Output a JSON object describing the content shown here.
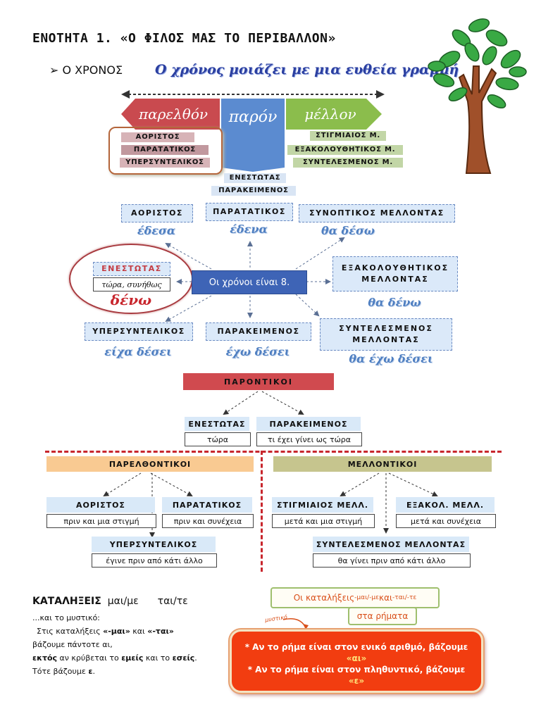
{
  "header": {
    "title": "ΕΝΟΤΗΤΑ 1. «Ο ΦΙΛΟΣ ΜΑΣ ΤΟ ΠΕΡΙΒΑΛΛΟΝ»",
    "bullet": "➢",
    "subtitle": "Ο ΧΡΟΝΟΣ",
    "headline": "Ο χρόνος μοιάζει με μια ευθεία γραμμή"
  },
  "timeline": {
    "past": "παρελθόν",
    "present": "παρόν",
    "future": "μέλλον",
    "past_tenses": [
      "ΑΟΡΙΣΤΟΣ",
      "ΠΑΡΑΤΑΤΙΚΟΣ",
      "ΥΠΕΡΣΥΝΤΕΛΙΚΟΣ"
    ],
    "present_tenses": [
      "ΕΝΕΣΤΩΤΑΣ",
      "ΠΑΡΑΚΕΙΜΕΝΟΣ"
    ],
    "future_tenses": [
      "ΣΤΙΓΜΙΑΙΟΣ Μ.",
      "ΕΞΑΚΟΛΟΥΘΗΤΙΚΟΣ Μ.",
      "ΣΥΝΤΕΛΕΣΜΕΝΟΣ Μ."
    ],
    "colors": {
      "past": "#c94a4f",
      "present": "#5b8bd0",
      "future": "#8bbd4c"
    }
  },
  "diagram": {
    "center": "Οι χρόνοι είναι 8.",
    "present_label": "ΕΝΕΣΤΩΤΑΣ",
    "present_hint": "τώρα, συνήθως",
    "present_example": "δένω",
    "nodes": [
      {
        "name": "ΑΟΡΙΣΤΟΣ",
        "example": "έδεσα"
      },
      {
        "name": "ΠΑΡΑΤΑΤΙΚΟΣ",
        "example": "έδενα"
      },
      {
        "name": "ΣΥΝΟΠΤΙΚΟΣ ΜΕΛΛΟΝΤΑΣ",
        "example": "θα δέσω"
      },
      {
        "name": "ΕΞΑΚΟΛΟΥΘΗΤΙΚΟΣ ΜΕΛΛΟΝΤΑΣ",
        "example": "θα δένω"
      },
      {
        "name": "ΥΠΕΡΣΥΝΤΕΛΙΚΟΣ",
        "example": "είχα δέσει"
      },
      {
        "name": "ΠΑΡΑΚΕΙΜΕΝΟΣ",
        "example": "έχω δέσει"
      },
      {
        "name": "ΣΥΝΤΕΛΕΣΜΕΝΟΣ ΜΕΛΛΟΝΤΑΣ",
        "example": "θα έχω δέσει"
      }
    ]
  },
  "groups": {
    "present": {
      "title": "ΠΑΡΟΝΤΙΚΟΙ",
      "items": [
        {
          "name": "ΕΝΕΣΤΩΤΑΣ",
          "desc": "τώρα"
        },
        {
          "name": "ΠΑΡΑΚΕΙΜΕΝΟΣ",
          "desc": "τι έχει γίνει ως τώρα"
        }
      ]
    },
    "past": {
      "title": "ΠΑΡΕΛΘΟΝΤΙΚΟΙ",
      "items": [
        {
          "name": "ΑΟΡΙΣΤΟΣ",
          "desc": "πριν και μια στιγμή"
        },
        {
          "name": "ΠΑΡΑΤΑΤΙΚΟΣ",
          "desc": "πριν και συνέχεια"
        },
        {
          "name": "ΥΠΕΡΣΥΝΤΕΛΙΚΟΣ",
          "desc": "έγινε πριν από κάτι άλλο"
        }
      ]
    },
    "future": {
      "title": "ΜΕΛΛΟΝΤΙΚΟΙ",
      "items": [
        {
          "name": "ΣΤΙΓΜΙΑΙΟΣ ΜΕΛΛ.",
          "desc": "μετά και μια στιγμή"
        },
        {
          "name": "ΕΞΑΚΟΛ. ΜΕΛΛ.",
          "desc": "μετά και συνέχεια"
        },
        {
          "name": "ΣΥΝΤΕΛΕΣΜΕΝΟΣ ΜΕΛΛΟΝΤΑΣ",
          "desc": "θα γίνει πριν από κάτι άλλο"
        }
      ]
    }
  },
  "endings": {
    "heading_main": "ΚΑΤΑΛΗΞΕΙΣ",
    "heading_a": "μαι/με",
    "heading_b": "ται/τε",
    "line1": "...και το μυστικό:",
    "line2_pre": "Στις καταλήξεις ",
    "line2_b1": "«-μαι»",
    "line2_mid": " και ",
    "line2_b2": "«-ται»",
    "line3": "βάζουμε πάντοτε αι,",
    "line4_b1": "εκτός",
    "line4_mid": " αν κρύβεται το ",
    "line4_b2": "εμείς",
    "line4_mid2": " και το ",
    "line4_b3": "εσείς",
    "line4_end": ".",
    "line5_pre": "Τότε βάζουμε ",
    "line5_b": "ε",
    "line5_end": "."
  },
  "rule_box": {
    "label1_pre": "Οι καταλήξεις ",
    "label1_e1": "-μαι/-με",
    "label1_mid": " και ",
    "label1_e2": "-ται/-τε",
    "label2": "στα ρήματα",
    "tag": "μυστικό",
    "rule1": "* Αν το ρήμα είναι στον ενικό αριθμό, βάζουμε",
    "rule1_val": "«αι»",
    "rule2": "* Αν το ρήμα είναι στον πληθυντικό, βάζουμε",
    "rule2_val": "«ε»"
  }
}
